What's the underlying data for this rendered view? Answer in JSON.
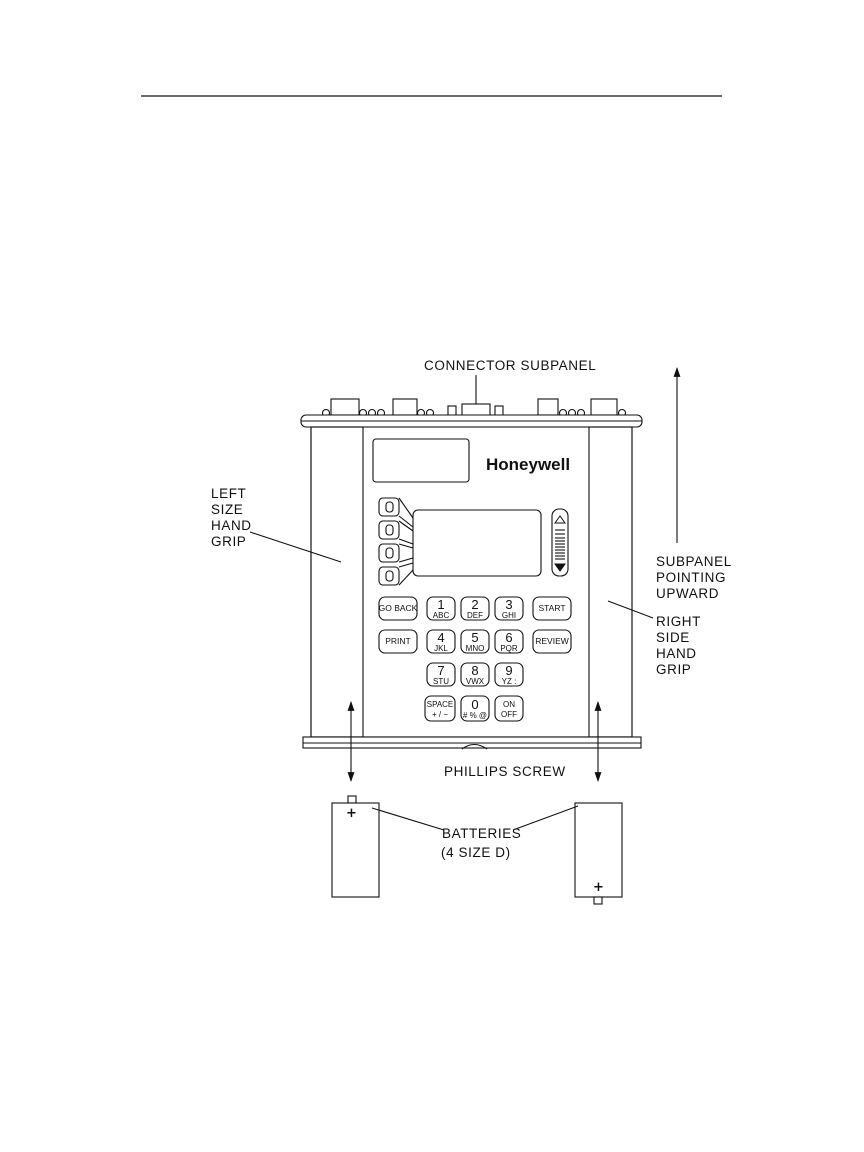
{
  "labels": {
    "connector_subpanel": "CONNECTOR SUBPANEL",
    "left_grip": [
      "LEFT",
      "SIZE",
      "HAND",
      "GRIP"
    ],
    "subpanel_pointing": [
      "SUBPANEL",
      "POINTING",
      "UPWARD"
    ],
    "right_grip": [
      "RIGHT",
      "SIDE",
      "HAND",
      "GRIP"
    ],
    "phillips_screw": "PHILLIPS SCREW",
    "batteries": [
      "BATTERIES",
      "(4 SIZE D)"
    ]
  },
  "brand": "Honeywell",
  "keypad": {
    "go_back": "GO BACK",
    "start": "START",
    "print": "PRINT",
    "review": "REVIEW",
    "digits": [
      {
        "num": "1",
        "sub": "ABC"
      },
      {
        "num": "2",
        "sub": "DEF"
      },
      {
        "num": "3",
        "sub": "GHI"
      },
      {
        "num": "4",
        "sub": "JKL"
      },
      {
        "num": "5",
        "sub": "MNO"
      },
      {
        "num": "6",
        "sub": "PQR"
      },
      {
        "num": "7",
        "sub": "STU"
      },
      {
        "num": "8",
        "sub": "VWX"
      },
      {
        "num": "9",
        "sub": "YZ :"
      },
      {
        "num": "0",
        "sub": "# % @"
      }
    ],
    "space": [
      "SPACE",
      "+ / −"
    ],
    "on_off": [
      "ON",
      "OFF"
    ]
  },
  "battery_polarity_mark": "+"
}
